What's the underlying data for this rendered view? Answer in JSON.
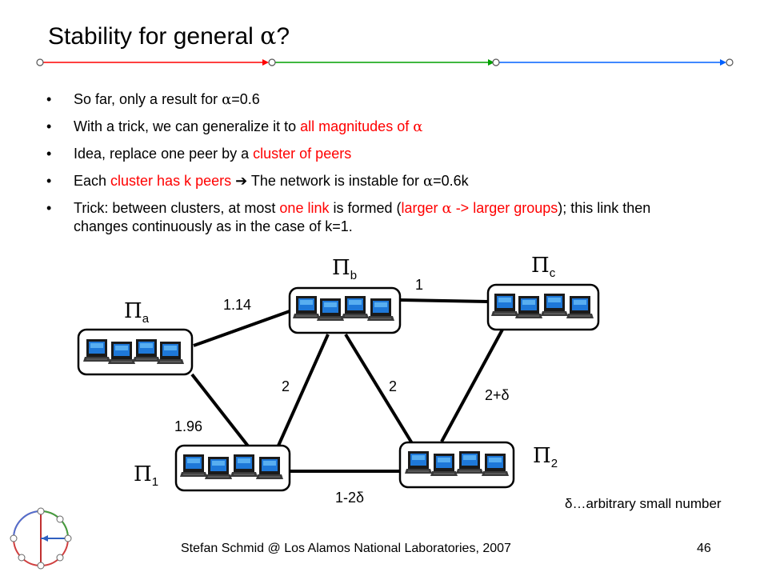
{
  "title": {
    "prefix": "Stability for general ",
    "symbol": "α",
    "suffix": "?",
    "rule_colors": [
      "#ff0000",
      "#00a000",
      "#0060ff"
    ]
  },
  "bullets": [
    {
      "segments": [
        {
          "text": "So far, only a result for ",
          "red": false
        },
        {
          "text": "α",
          "red": false,
          "greek": true
        },
        {
          "text": "=0.6",
          "red": false
        }
      ]
    },
    {
      "segments": [
        {
          "text": "With a trick, we can generalize it to ",
          "red": false
        },
        {
          "text": "all magnitudes of ",
          "red": true
        },
        {
          "text": "α",
          "red": true,
          "greek": true
        }
      ]
    },
    {
      "segments": [
        {
          "text": "Idea, replace one peer by a ",
          "red": false
        },
        {
          "text": "cluster of peers",
          "red": true
        }
      ]
    },
    {
      "segments": [
        {
          "text": "Each ",
          "red": false
        },
        {
          "text": "cluster has k peers",
          "red": true
        },
        {
          "text": " ➔ The network is instable for ",
          "red": false
        },
        {
          "text": "α",
          "red": false,
          "greek": true
        },
        {
          "text": "=0.6k",
          "red": false
        }
      ]
    },
    {
      "segments": [
        {
          "text": "Trick: between clusters, at most ",
          "red": false
        },
        {
          "text": "one link",
          "red": true
        },
        {
          "text": " is formed (",
          "red": false
        },
        {
          "text": "larger ",
          "red": true
        },
        {
          "text": "α",
          "red": true,
          "greek": true
        },
        {
          "text": " -> larger groups",
          "red": true
        },
        {
          "text": "); this link then changes continuously as in the case of k=1.",
          "red": false
        }
      ]
    }
  ],
  "clusters": [
    {
      "id": "a",
      "symbol": "Π",
      "sub": "a"
    },
    {
      "id": "b",
      "symbol": "Π",
      "sub": "b"
    },
    {
      "id": "c",
      "symbol": "Π",
      "sub": "c"
    },
    {
      "id": "1",
      "symbol": "Π",
      "sub": "1"
    },
    {
      "id": "2",
      "symbol": "Π",
      "sub": "2"
    }
  ],
  "edge_labels": {
    "b_c": "1",
    "a_b": "1.14",
    "a_1": "1.96",
    "b_1": "2",
    "b_2": "2",
    "c_2": "2+δ",
    "1_2": "1-2δ"
  },
  "note": "δ…arbitrary small number",
  "footer": {
    "credit": "Stefan Schmid @ Los Alamos National Laboratories, 2007",
    "page": "46"
  },
  "icons": {
    "computer": "laptop-icon",
    "logo": "institute-logo-icon"
  }
}
